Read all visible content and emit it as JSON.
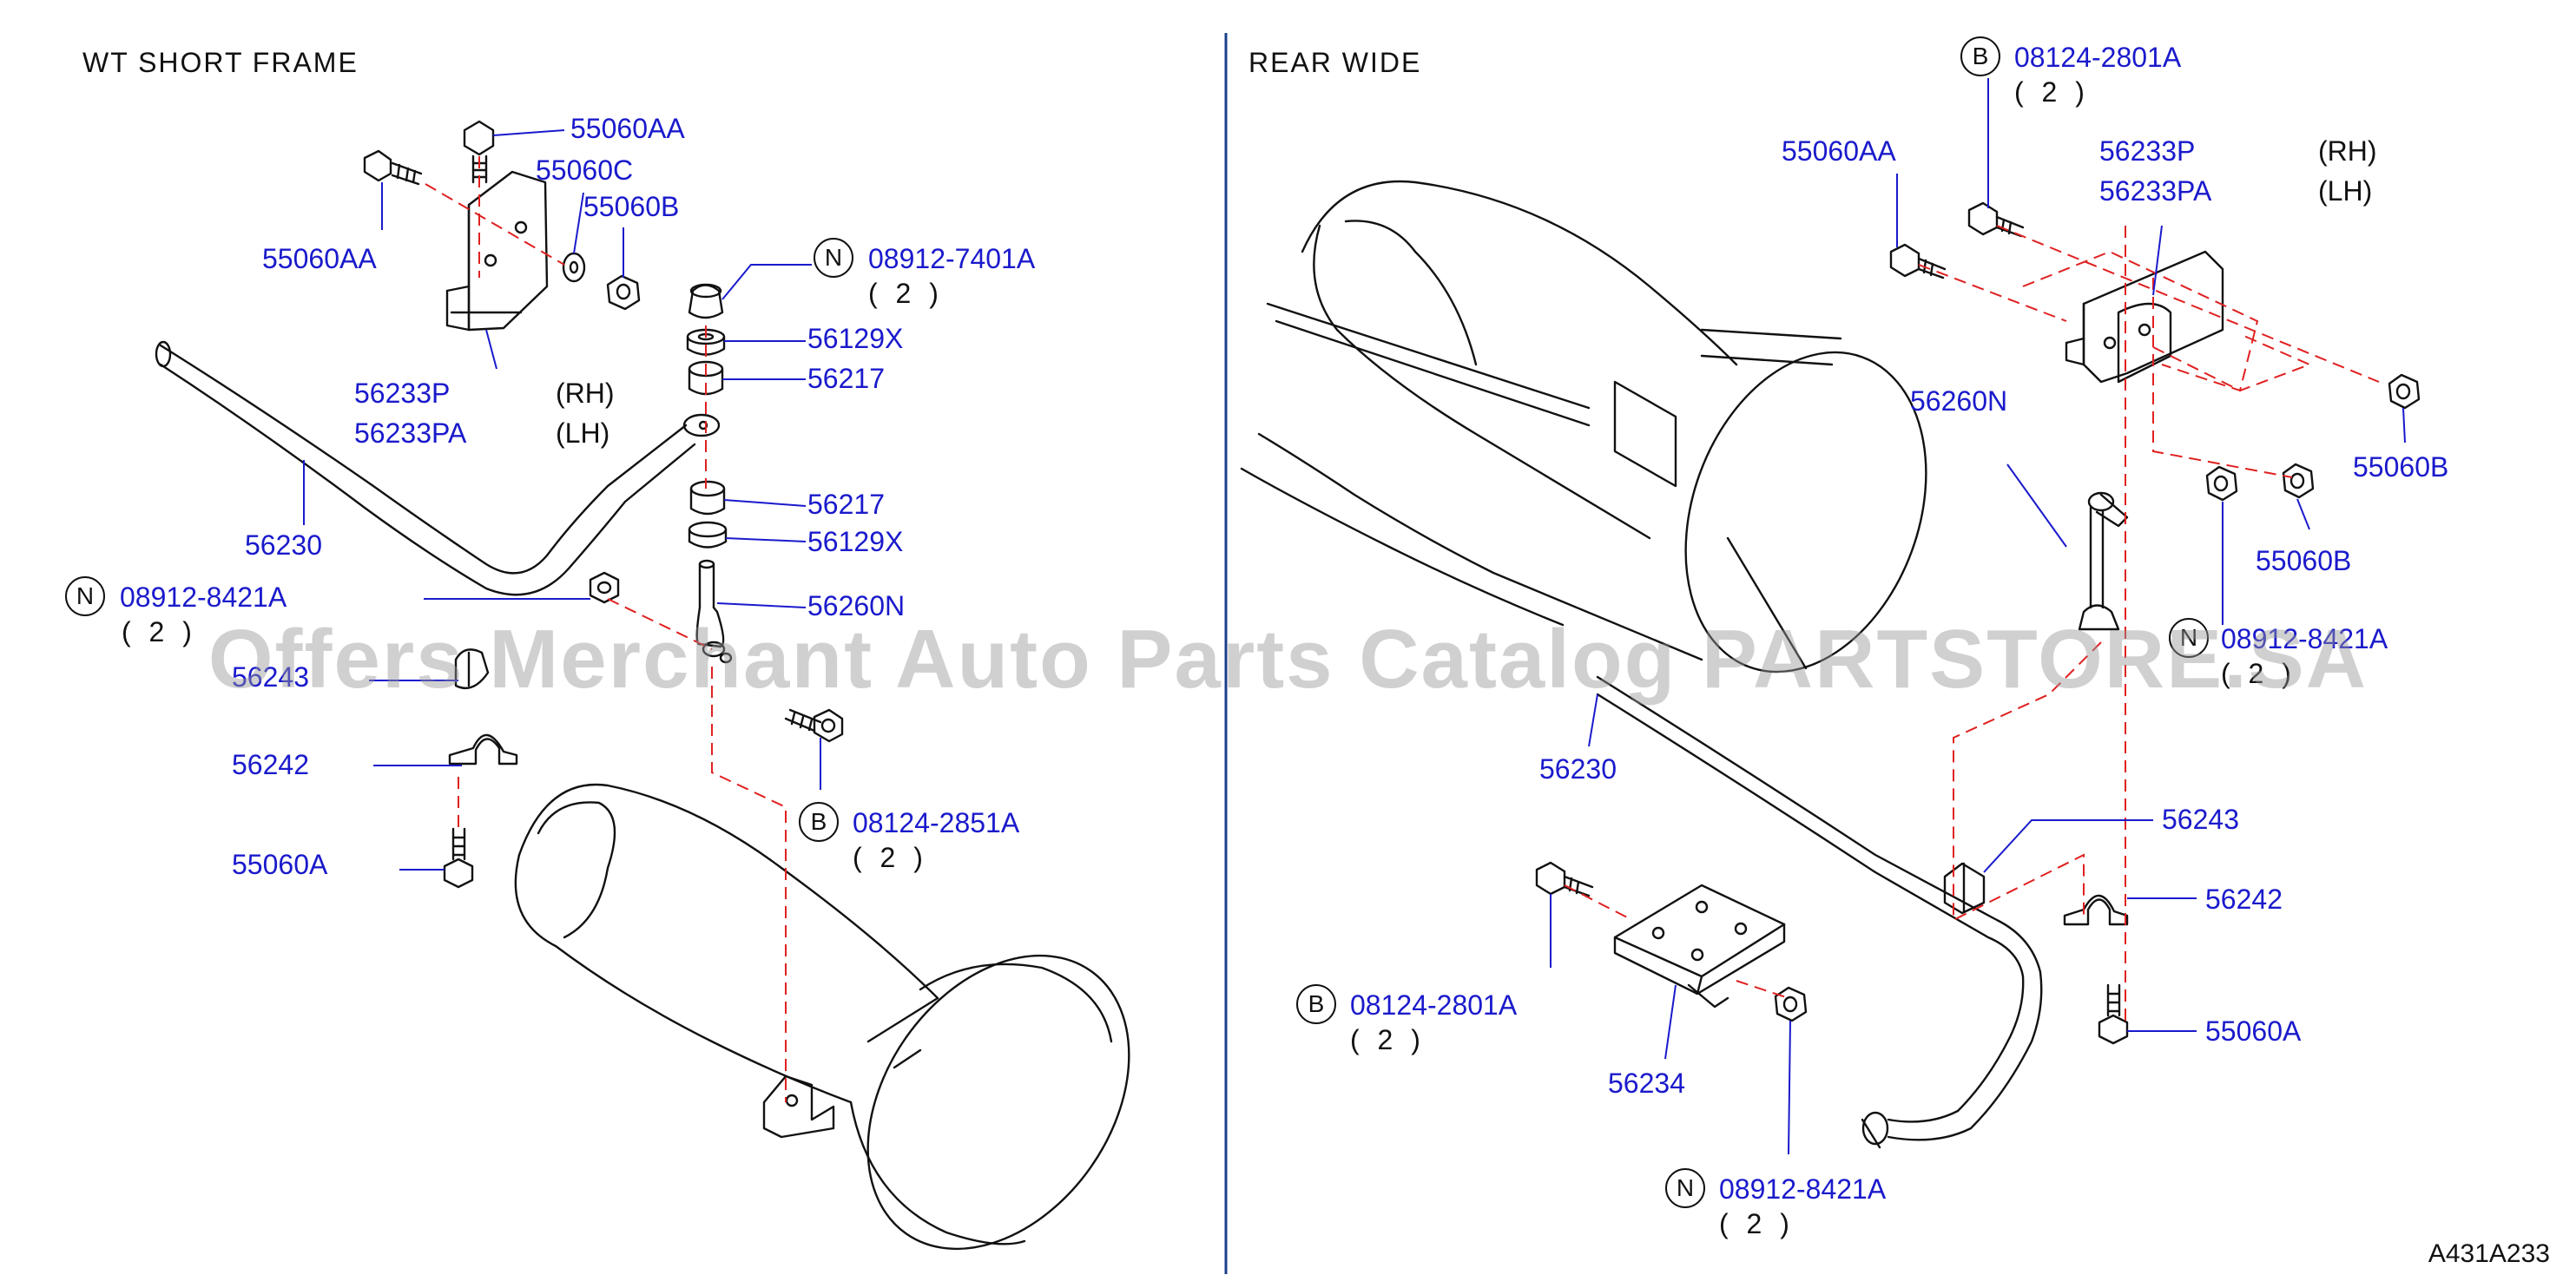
{
  "titles": {
    "left": "WT    SHORT   FRAME",
    "right": "REAR   WIDE"
  },
  "watermark": "Offers Merchant Auto Parts Catalog PARTSTORE.SA",
  "reference_code": "A431A233",
  "colors": {
    "label": "#1a1acc",
    "line": "#111111",
    "dash": "#e02020",
    "leader": "#1a1acc"
  },
  "left_labels": {
    "p55060AA_top": "55060AA",
    "p55060C": "55060C",
    "p55060B": "55060B",
    "p55060AA_left": "55060AA",
    "p08912_7401A": "08912-7401A",
    "q08912_7401A": "( 2 )",
    "p56129X_top": "56129X",
    "p56217_top": "56217",
    "p56233P": "56233P",
    "rh": "(RH)",
    "p56233PA": "56233PA",
    "lh": "(LH)",
    "p56230": "56230",
    "p56217_bot": "56217",
    "p56129X_bot": "56129X",
    "p08912_8421A": "08912-8421A",
    "q08912_8421A": "( 2 )",
    "p56260N": "56260N",
    "p56243": "56243",
    "p56242": "56242",
    "p55060A": "55060A",
    "p08124_2851A": "08124-2851A",
    "q08124_2851A": "( 2 )"
  },
  "right_labels": {
    "p08124_2801A_top": "08124-2801A",
    "q08124_2801A_top": "( 2 )",
    "p55060AA": "55060AA",
    "p56233P": "56233P",
    "rh": "(RH)",
    "p56233PA": "56233PA",
    "lh": "(LH)",
    "p56260N": "56260N",
    "p55060B_right": "55060B",
    "p55060B_mid": "55060B",
    "p08912_8421A_mid": "08912-8421A",
    "q08912_8421A_mid": "( 2 )",
    "p56230": "56230",
    "p56243": "56243",
    "p56242": "56242",
    "p55060A": "55060A",
    "p08124_2801A_bot": "08124-2801A",
    "q08124_2801A_bot": "( 2 )",
    "p56234": "56234",
    "p08912_8421A_bot": "08912-8421A",
    "q08912_8421A_bot": "( 2 )"
  },
  "circle_markers": {
    "n": "N",
    "b": "B"
  }
}
